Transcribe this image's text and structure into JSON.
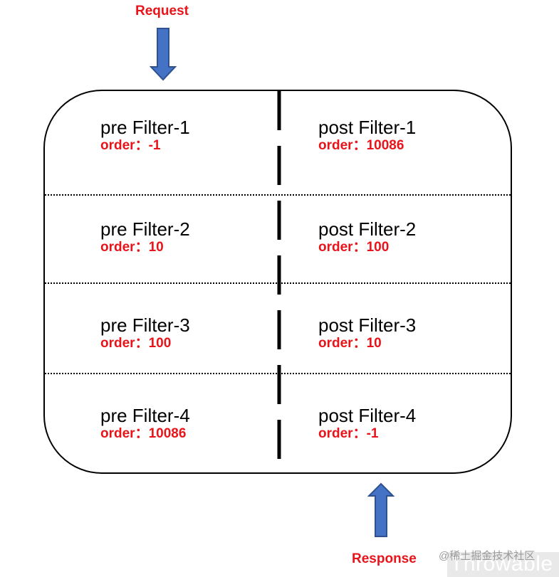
{
  "request": {
    "label": "Request"
  },
  "response": {
    "label": "Response"
  },
  "pre_filters": [
    {
      "name": "pre Filter-1",
      "order": "order：-1"
    },
    {
      "name": "pre Filter-2",
      "order": "order：10"
    },
    {
      "name": "pre Filter-3",
      "order": "order：100"
    },
    {
      "name": "pre Filter-4",
      "order": "order：10086"
    }
  ],
  "post_filters": [
    {
      "name": "post Filter-1",
      "order": "order：10086"
    },
    {
      "name": "post Filter-2",
      "order": "order：100"
    },
    {
      "name": "post Filter-3",
      "order": "order：10"
    },
    {
      "name": "post Filter-4",
      "order": "order：-1"
    }
  ],
  "watermark": {
    "site": "@稀土掘金技术社区",
    "author": "Throwable"
  },
  "colors": {
    "arrow": "#4472c4",
    "arrow_border": "#2f528f",
    "label": "#e8141a",
    "watermark_bg": "#e9e9e9"
  }
}
